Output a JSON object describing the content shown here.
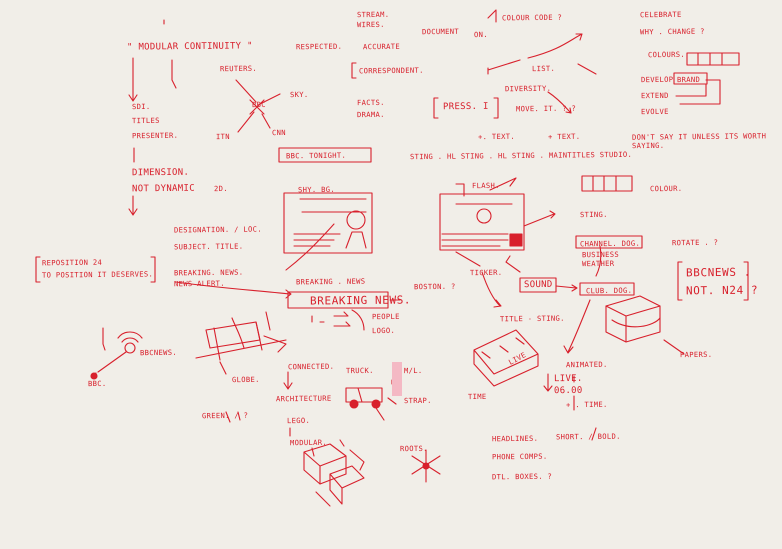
{
  "colors": {
    "ink": "#d8202c",
    "paper": "#f1eee8"
  },
  "left_column": {
    "modular_continuity": "\" MODULAR CONTINUITY \"",
    "sd": "SDI.",
    "titles": "TITLES",
    "presenter": "PRESENTER.",
    "dimension": "DIMENSION.",
    "not_dynamic": "NOT DYNAMIC",
    "two_d": "2D.",
    "reposition_1": "REPOSITION 24",
    "reposition_2": "TO POSITION IT DESERVES.",
    "bbcnews": "BBCNEWS.",
    "bbc": "BBC."
  },
  "top_center": {
    "stream": "STREAM.",
    "wires": "WIRES.",
    "respected": "RESPECTED.",
    "accurate": "ACCURATE",
    "document": "DOCUMENT",
    "on": "ON.",
    "correspondent": "CORRESPONDENT.",
    "list": "LIST.",
    "reuters": "REUTERS.",
    "sky": "SKY.",
    "bbc_center": "BBC",
    "itn": "ITN",
    "cnn": "CNN",
    "facts": "FACTS.",
    "drama": "DRAMA.",
    "diversity": "DIVERSITY.",
    "press": "PRESS. i",
    "move_it": "MOVE. IT. ? ?",
    "text_plus": "+. TEXT.",
    "text_plus2": "+ TEXT.",
    "bbc_tonight": "BBC. TONIGHT.",
    "sting_row": "STING . HL   STING . HL   STING . MAINTITLES  STUDIO."
  },
  "top_right": {
    "colour_code": "COLOUR CODE ?",
    "celebrate": "CELEBRATE",
    "why_change": "WHY . CHANGE ?",
    "colours": "COLOURS.",
    "develop": "DEVELOP",
    "brand": "BRAND",
    "extend": "EXTEND",
    "evolve": "EVOLVE",
    "dont_say_1": "DON'T SAY IT UNLESS ITS WORTH",
    "dont_say_2": "SAYING.",
    "colour": "COLOUR."
  },
  "middle": {
    "shy_bg": "SHY. BG.",
    "flash": "FLASH.",
    "sting": "STING.",
    "designation": "DESIGNATION. / LOC.",
    "subject_title": "SUBJECT. TITLE.",
    "breaking_news_small": "BREAKING. NEWS.",
    "news_alert": "NEWS ALERT.",
    "breaking_news_label": "BREAKING . NEWS",
    "breaking_news_big": "BREAKING NEWS.",
    "boston": "BOSTON. ?",
    "ticker": "TICKER.",
    "sound": "SOUND",
    "channel_dog": "CHANNEL. DOG.",
    "rotate": "ROTATE . ?",
    "business_weather_1": "BUSINESS",
    "business_weather_2": "WEATHER",
    "club_dog": "CLUB. DOG.",
    "bbcnews_right": "BBCNEWS .",
    "not_n24": "NOT. N24 ?",
    "people": "PEOPLE",
    "logo": "LOGO.",
    "title_sting": "TITLE - STING.",
    "papers": "PAPERS."
  },
  "bottom": {
    "globe": "GLOBE.",
    "connected": "CONNECTED.",
    "green": "GREEN. / ?",
    "architecture": "ARCHITECTURE",
    "lego": "LEGO.",
    "modular": "MODULAR.",
    "truck": "TRUCK.",
    "m_l": "M/L.",
    "strap": "STRAP.",
    "roots": "ROOTS.",
    "time": "TIME",
    "live_word": "LIVE",
    "animated": "ANIMATED.",
    "live": "LIVE.",
    "time_code": "06.00",
    "plus_time": "+ . TIME.",
    "headlines": "HEADLINES.",
    "short_bold": "SHORT. / BOLD.",
    "phone_comps": "PHONE COMPS.",
    "dtl_boxes": "DTL. BOXES. ?"
  }
}
